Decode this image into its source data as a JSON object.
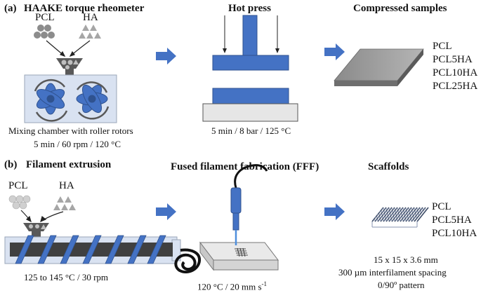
{
  "rows": {
    "a": {
      "tag": "(a)",
      "step1": {
        "title": "HAAKE torque rheometer",
        "pcl": "PCL",
        "ha": "HA",
        "caption1": "Mixing chamber with roller rotors",
        "caption2": "5 min / 60 rpm / 120 °C"
      },
      "step2": {
        "title": "Hot press",
        "caption": "5 min / 8 bar / 125 °C"
      },
      "step3": {
        "title": "Compressed samples",
        "samples": [
          "PCL",
          "PCL5HA",
          "PCL10HA",
          "PCL25HA"
        ]
      }
    },
    "b": {
      "tag": "(b)",
      "step1": {
        "title": "Filament extrusion",
        "pcl": "PCL",
        "ha": "HA",
        "caption": "125 to 145 °C / 30 rpm"
      },
      "step2": {
        "title": "Fused filament fabrication (FFF)",
        "caption_main": "120 °C / 20 mm s",
        "caption_sup": "-1"
      },
      "step3": {
        "title": "Scaffolds",
        "samples": [
          "PCL",
          "PCL5HA",
          "PCL10HA"
        ],
        "caption1": "15 x 15 x 3.6 mm",
        "caption2": "300 µm interfilament spacing",
        "caption3": "0/90º pattern"
      }
    }
  },
  "colors": {
    "blue": "#4472c4",
    "grey": "#8c8c8c",
    "platen": "#e6e6e6"
  }
}
